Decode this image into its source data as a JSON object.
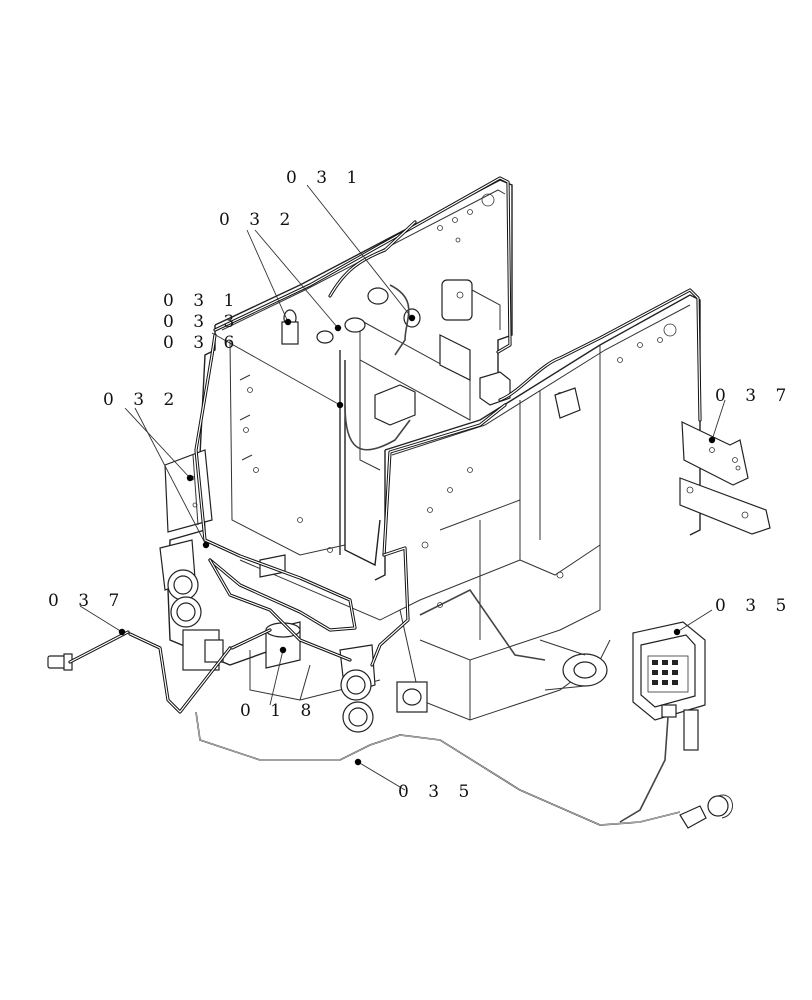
{
  "callouts": [
    {
      "id": "c031a",
      "text": "0 3 1"
    },
    {
      "id": "c032a",
      "text": "0 3 2"
    },
    {
      "id": "c031b",
      "text": "0 3 1"
    },
    {
      "id": "c033",
      "text": "0 3 3"
    },
    {
      "id": "c036",
      "text": "0 3 6"
    },
    {
      "id": "c032b",
      "text": "0 3 2"
    },
    {
      "id": "c037a",
      "text": "0 3 7"
    },
    {
      "id": "c037b",
      "text": "0 3 7"
    },
    {
      "id": "c035a",
      "text": "0 3 5"
    },
    {
      "id": "c018",
      "text": "0 1 8"
    },
    {
      "id": "c035b",
      "text": "0 3 5"
    }
  ]
}
